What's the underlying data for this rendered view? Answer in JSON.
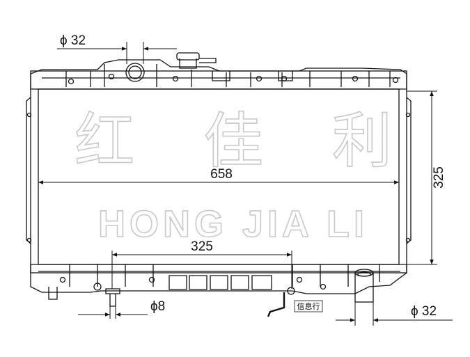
{
  "dimensions": {
    "inlet_diameter": "ϕ  32",
    "outlet_diameter": "ϕ  32",
    "core_width": "658",
    "core_height": "325",
    "mount_spacing": "325",
    "drain_diameter": "ϕ8"
  },
  "watermark": {
    "chinese": [
      "红",
      "佳",
      "利"
    ],
    "english": "HONG JIA LI"
  },
  "tag_label": "信息行",
  "colors": {
    "line": "#111111",
    "watermark_outline": "#c8c8c8",
    "background": "#ffffff"
  }
}
